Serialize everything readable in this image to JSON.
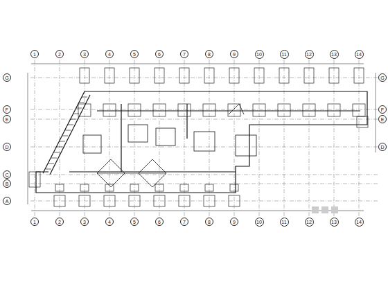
{
  "diagram": {
    "nodes": [
      {
        "text": [
          "1"
        ]
      },
      {
        "text": [
          "2"
        ]
      },
      {
        "text": [
          "3"
        ]
      },
      {
        "text": [
          "4"
        ]
      },
      {
        "text": [
          "5"
        ]
      },
      {
        "text": [
          "6"
        ]
      },
      {
        "text": [
          "7"
        ]
      },
      {
        "text": [
          "8"
        ]
      },
      {
        "text": [
          "9"
        ]
      },
      {
        "text": [
          "10"
        ]
      },
      {
        "text": [
          "11"
        ]
      },
      {
        "text": [
          "12"
        ]
      },
      {
        "text": [
          "13"
        ]
      },
      {
        "text": [
          "14"
        ]
      },
      {
        "text": [
          "G"
        ]
      },
      {
        "text": [
          "G"
        ]
      },
      {
        "text": [
          "F"
        ]
      },
      {
        "text": [
          "F"
        ]
      },
      {
        "text": [
          "E"
        ]
      },
      {
        "text": [
          "E"
        ]
      },
      {
        "text": [
          "D"
        ]
      },
      {
        "text": [
          "D"
        ]
      },
      {
        "text": [
          "C"
        ]
      },
      {
        "text": [
          "B"
        ]
      },
      {
        "text": [
          "A"
        ]
      },
      {
        "text": [
          "1"
        ]
      },
      {
        "text": [
          "2"
        ]
      },
      {
        "text": [
          "3"
        ]
      },
      {
        "text": [
          "4"
        ]
      },
      {
        "text": [
          "5"
        ]
      },
      {
        "text": [
          "6"
        ]
      },
      {
        "text": [
          "7"
        ]
      },
      {
        "text": [
          "8"
        ]
      },
      {
        "text": [
          "9"
        ]
      },
      {
        "text": [
          "10"
        ]
      },
      {
        "text": [
          "11"
        ]
      },
      {
        "text": [
          "12"
        ]
      },
      {
        "text": [
          "13"
        ]
      },
      {
        "text": [
          "14"
        ]
      }
    ]
  }
}
